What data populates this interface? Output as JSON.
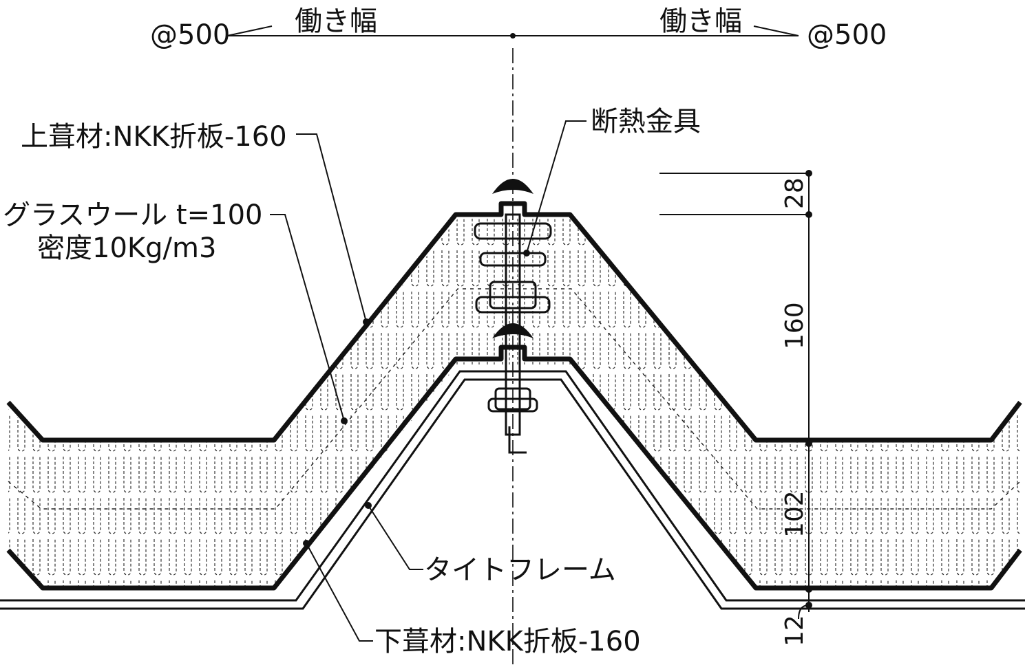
{
  "labels": {
    "pitch_left": "@500",
    "pitch_right": "@500",
    "effective_width_left": "働き幅",
    "effective_width_right": "働き幅",
    "upper_roofing": "上葺材:NKK折板-160",
    "glass_wool_line1": "グラスウール t=100",
    "glass_wool_line2": "密度10Kg/m3",
    "insulating_bracket": "断熱金具",
    "tight_frame": "タイトフレーム",
    "lower_roofing": "下葺材:NKK折板-160"
  },
  "dimensions": {
    "d28": "28",
    "d160": "160",
    "d102": "102",
    "d12": "12"
  },
  "colors": {
    "line": "#111111",
    "background": "#ffffff"
  }
}
